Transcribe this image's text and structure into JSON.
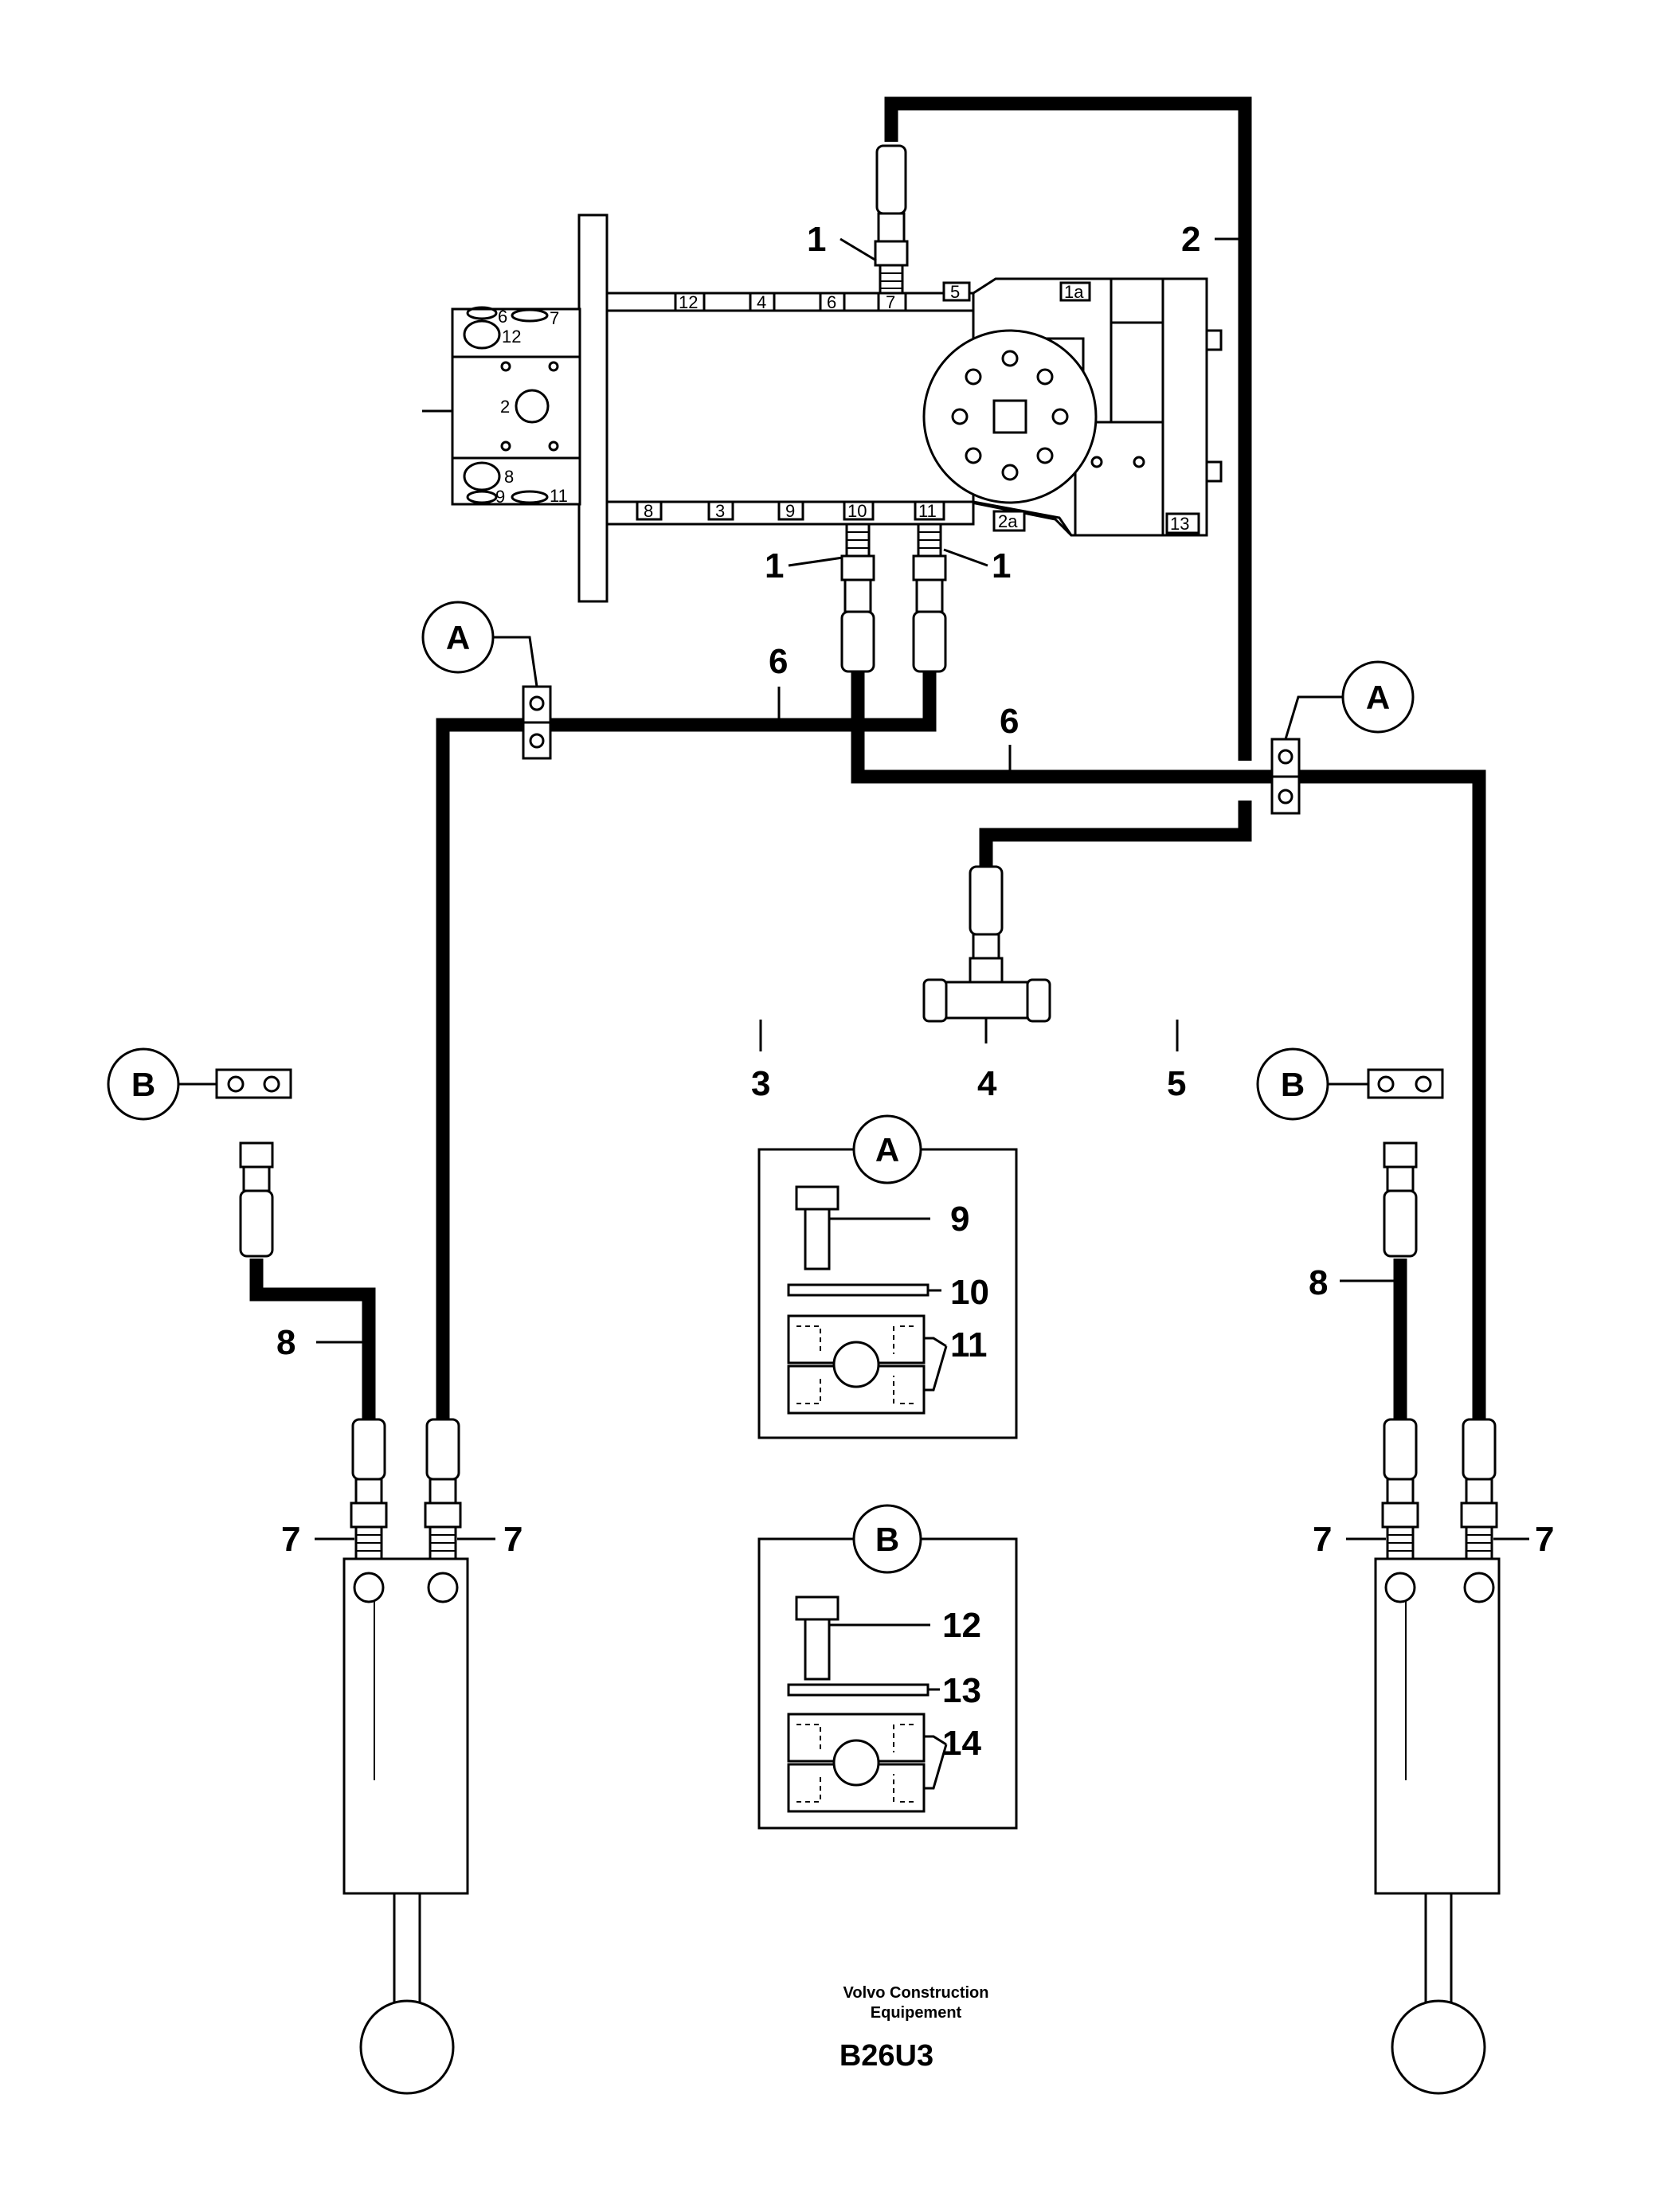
{
  "callouts": {
    "c1_top": "1",
    "c1_left": "1",
    "c1_right": "1",
    "c2": "2",
    "c3": "3",
    "c4": "4",
    "c5": "5",
    "c6_left": "6",
    "c6_right": "6",
    "c7_ll": "7",
    "c7_lr": "7",
    "c7_rl": "7",
    "c7_rr": "7",
    "c8_left": "8",
    "c8_right": "8",
    "c9": "9",
    "c10": "10",
    "c11": "11",
    "c12": "12",
    "c13": "13",
    "c14": "14"
  },
  "ports": {
    "p12": "12",
    "p4": "4",
    "p6": "6",
    "p7": "7",
    "p5": "5",
    "p1a": "1a",
    "p8": "8",
    "p3": "3",
    "p9": "9",
    "p10": "10",
    "p11": "11",
    "p2a": "2a",
    "p13": "13",
    "f6": "6",
    "f7": "7",
    "f12": "12",
    "f2": "2",
    "f8": "8",
    "f9": "9",
    "f11": "11"
  },
  "markers": {
    "a_left": "A",
    "a_right": "A",
    "b_left": "B",
    "b_right": "B",
    "detail_a": "A",
    "detail_b": "B"
  },
  "credit": {
    "line1": "Volvo Construction",
    "line2": "Equipement"
  },
  "figure_code": "B26U3"
}
